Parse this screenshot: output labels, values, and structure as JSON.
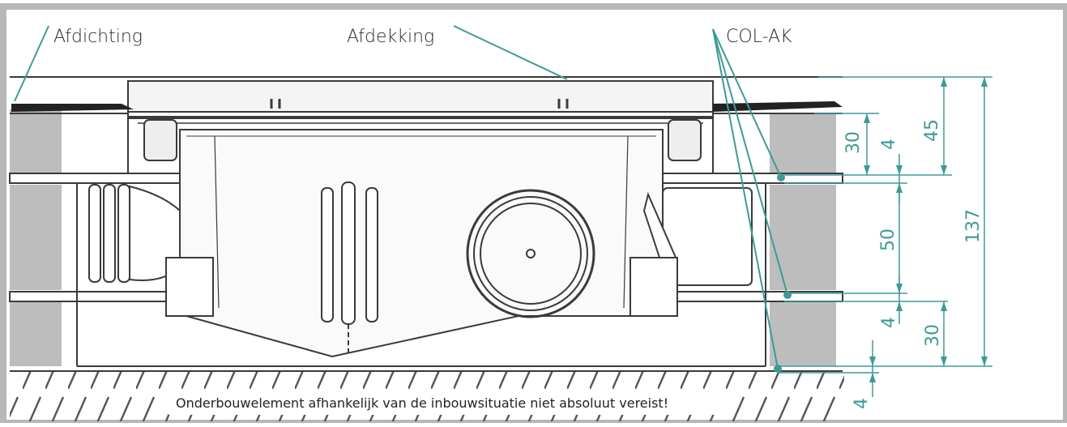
{
  "labels": {
    "afdichting": "Afdichting",
    "afdekking": "Afdekking",
    "colak": "COL-AK"
  },
  "dimensions": {
    "d30_top": "30",
    "d4_top": "4",
    "d45": "45",
    "d50": "50",
    "d137": "137",
    "d4_bottom": "4",
    "d30_bottom": "30",
    "d4_floor": "4"
  },
  "note": "Onderbouwelement afhankelijk van de inbouwsituatie niet absoluut vereist!",
  "colors": {
    "border": "#b8b8b8",
    "wall": "#bdbdbd",
    "line": "#3a3a3a",
    "dimension": "#3f9a97",
    "hatch": "#555555"
  }
}
